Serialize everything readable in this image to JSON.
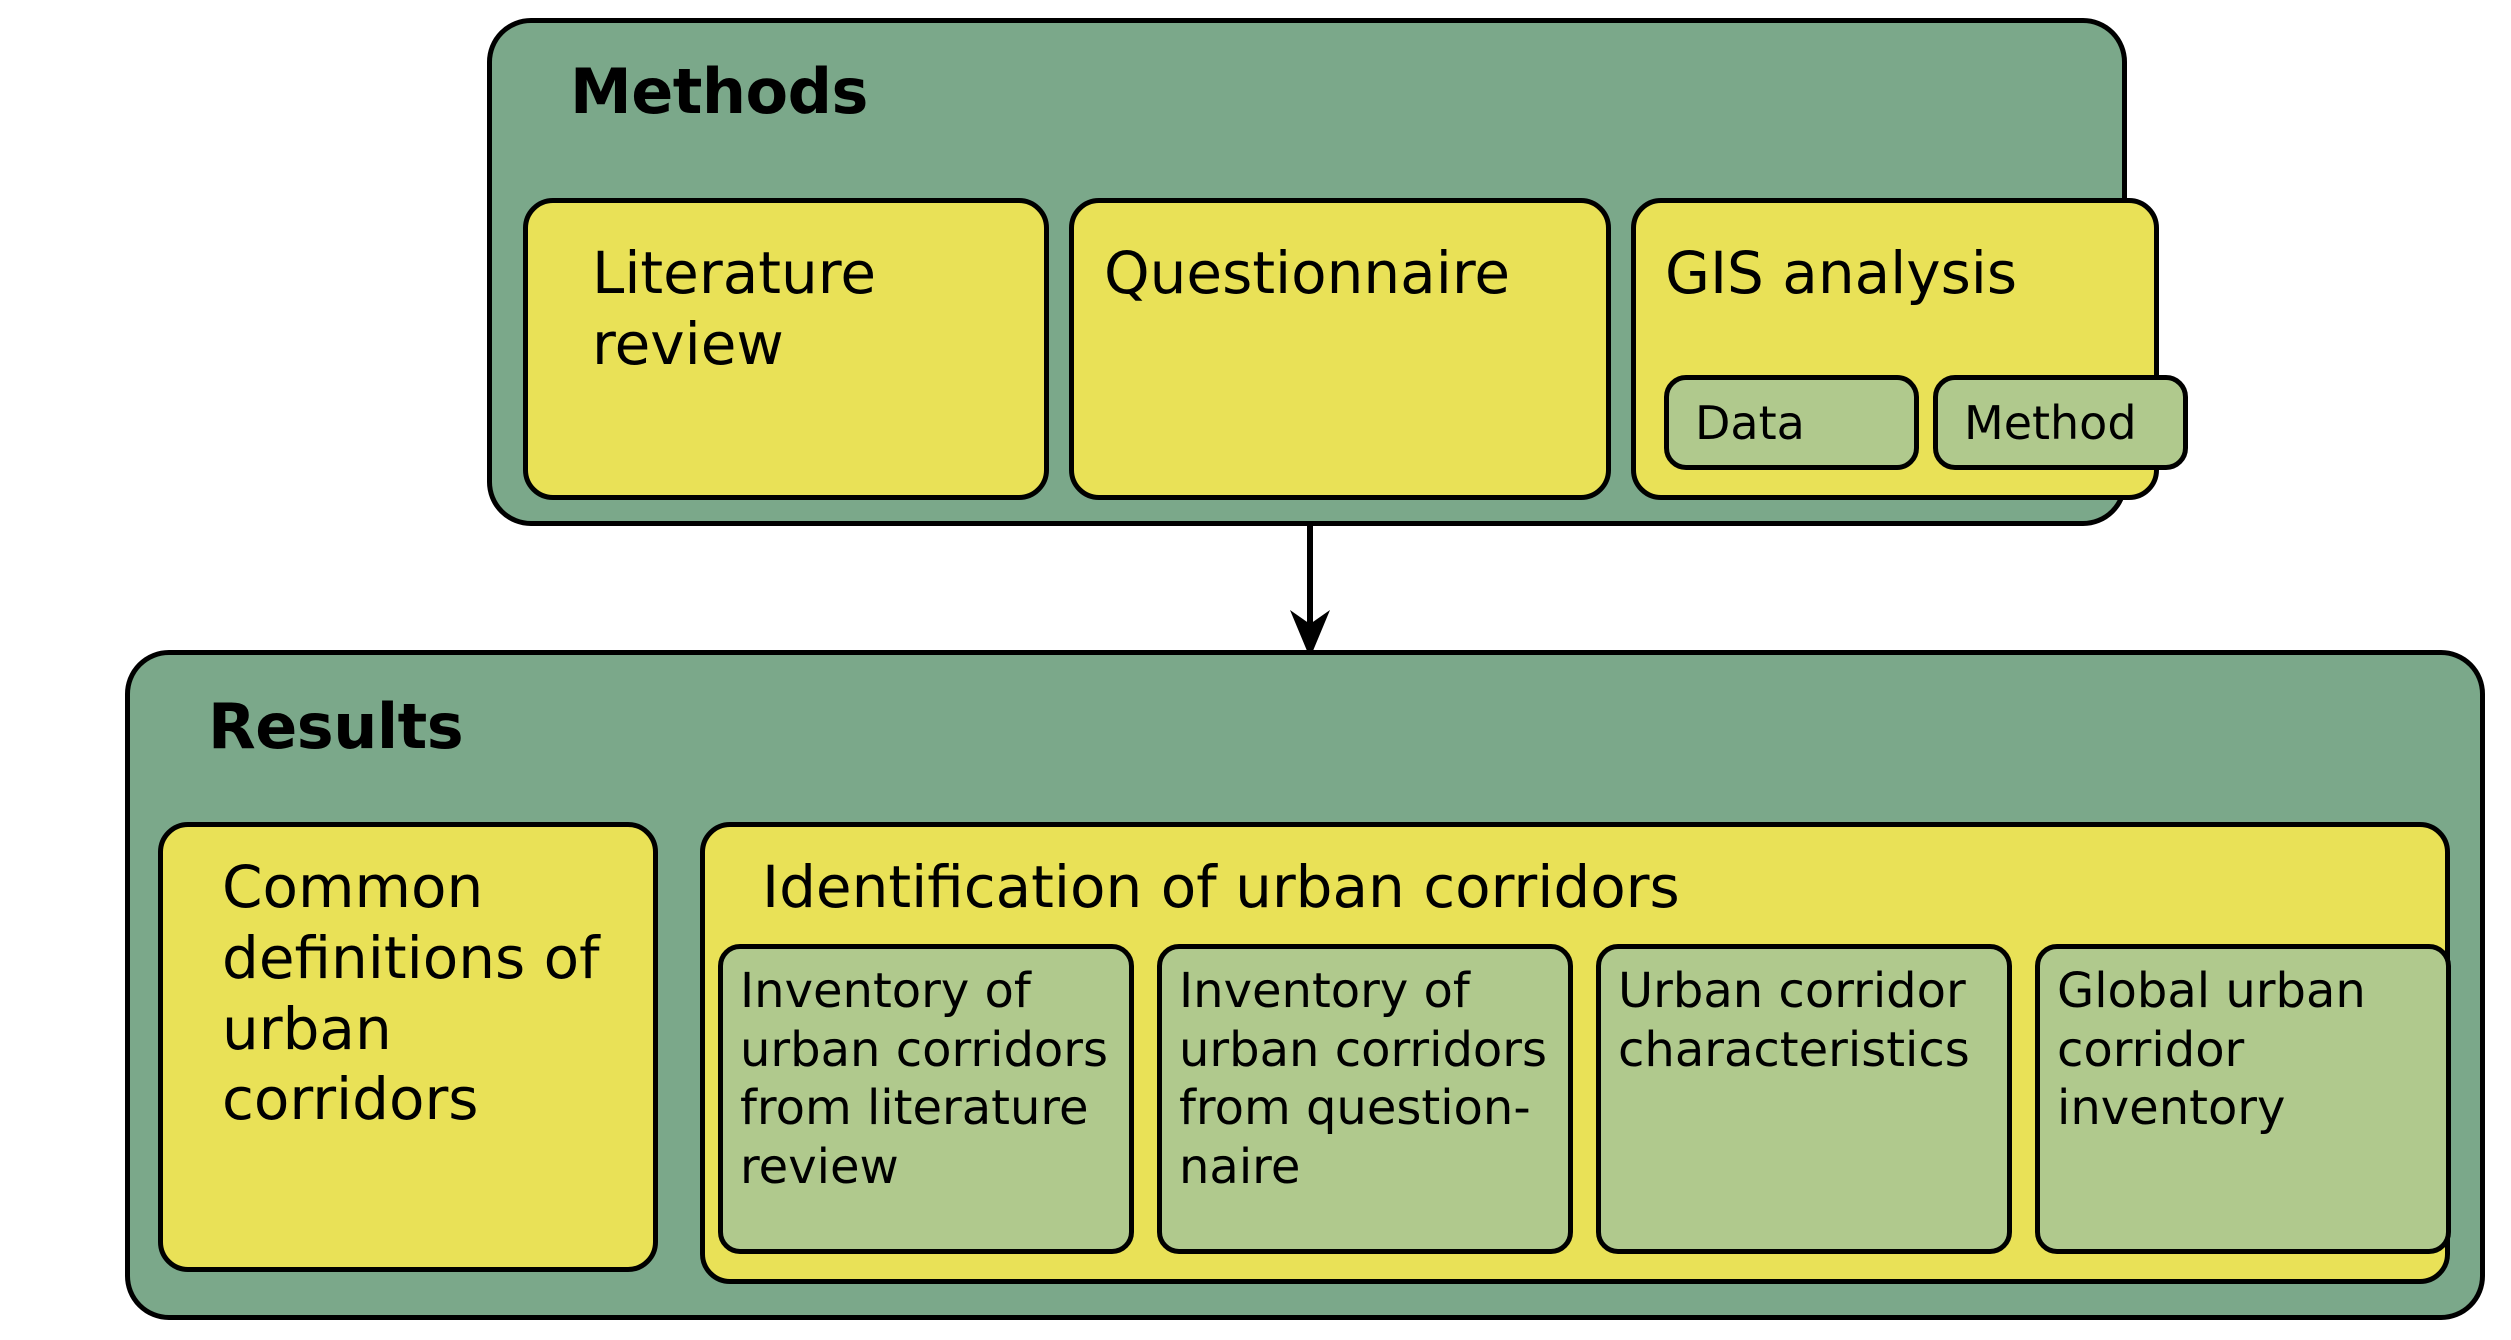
{
  "diagram": {
    "background_color": "#ffffff",
    "group_color": "#7ba88a",
    "primary_box_color": "#e9e157",
    "secondary_box_color": "#b0c98d",
    "border_color": "#000000",
    "methods": {
      "title": "Methods",
      "boxes": [
        {
          "label": "Literature review"
        },
        {
          "label": "Questionnaire"
        },
        {
          "label": "GIS analysis",
          "children": [
            {
              "label": "Data"
            },
            {
              "label": "Method"
            }
          ]
        }
      ]
    },
    "connector": {
      "name": "downward-arrow",
      "from": "Methods",
      "to": "Results"
    },
    "results": {
      "title": "Results",
      "boxes": [
        {
          "label": "Common definitions of urban corridors"
        },
        {
          "label": "Identification of urban corridors",
          "children": [
            {
              "label": "Inventory of urban corridors from literature review"
            },
            {
              "label": "Inventory of urban corridors from question-naire"
            },
            {
              "label": "Urban corridor characteristics"
            },
            {
              "label": "Global urban corridor inventory"
            }
          ]
        }
      ]
    }
  }
}
